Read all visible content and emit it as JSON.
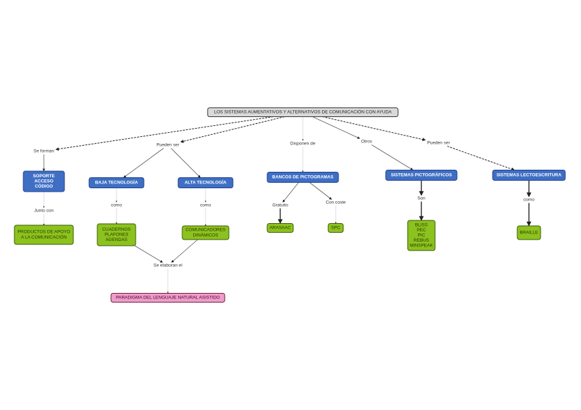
{
  "title": "Mapa conceptual: Sistemas aumentativos y alternativos de comunicación con ayuda",
  "colors": {
    "blue_fill": "#3f6fc4",
    "blue_stroke": "#1f3f8a",
    "green_fill": "#8cc21e",
    "green_stroke": "#3a5a00",
    "pink_fill": "#f29ccb",
    "pink_stroke": "#6a1a3e",
    "gray_fill": "#d9d9d9",
    "gray_stroke": "#333333",
    "line": "#333333"
  },
  "nodes": [
    {
      "id": "root",
      "style": "gray",
      "lines": [
        "LOS SISTEMAS AUMENTATIVOS Y ALTERNATIVOS DE COMUNICACIÓN CON AYUDA"
      ]
    },
    {
      "id": "soporte",
      "style": "blue",
      "lines": [
        "SOPORTE",
        "ACCESO",
        "CÓDIGO"
      ]
    },
    {
      "id": "productos",
      "style": "green",
      "lines": [
        "PRODUCTOS DE APOYO",
        "A LA COMUNICACIÓN"
      ]
    },
    {
      "id": "baja",
      "style": "blue",
      "lines": [
        "BAJA TECNOLOGÍA"
      ]
    },
    {
      "id": "alta",
      "style": "blue",
      "lines": [
        "ALTA TECNOLOGÍA"
      ]
    },
    {
      "id": "cuadernos",
      "style": "green",
      "lines": [
        "CUADERNOS",
        "PLAFONES",
        "AGENDAS"
      ]
    },
    {
      "id": "comunicadores",
      "style": "green",
      "lines": [
        "COMUNICADORES",
        "DINÁMICOS"
      ]
    },
    {
      "id": "paradigma",
      "style": "pink",
      "lines": [
        "PARADIGMA DEL LENGUAJE NATURAL ASISTIDO"
      ]
    },
    {
      "id": "bancos",
      "style": "blue",
      "lines": [
        "BANCOS DE PICTOGRAMAS"
      ]
    },
    {
      "id": "arasaac",
      "style": "green",
      "lines": [
        "ARASAAC"
      ]
    },
    {
      "id": "spc",
      "style": "green",
      "lines": [
        "SPC"
      ]
    },
    {
      "id": "pictograficos",
      "style": "blue",
      "lines": [
        "SISTEMAS PICTOGRÁFICOS"
      ]
    },
    {
      "id": "pictolist",
      "style": "green",
      "lines": [
        "BLISS",
        "PEC",
        "PIC",
        "REBUS",
        "MINSPEAK"
      ]
    },
    {
      "id": "lecto",
      "style": "blue",
      "lines": [
        "SISTEMAS LECTOESCRITURA"
      ]
    },
    {
      "id": "braille",
      "style": "green",
      "lines": [
        "BRAILLE"
      ]
    }
  ],
  "link_labels": [
    {
      "id": "se_forman",
      "text": "Se forman"
    },
    {
      "id": "junto_con",
      "text": "Junto con"
    },
    {
      "id": "pueden_ser_1",
      "text": "Pueden ser"
    },
    {
      "id": "como_baja",
      "text": "como"
    },
    {
      "id": "como_alta",
      "text": "como"
    },
    {
      "id": "se_elaboran",
      "text": "Se elaboran el"
    },
    {
      "id": "disponen_de",
      "text": "Disponen de"
    },
    {
      "id": "gratuito",
      "text": "Gratuito"
    },
    {
      "id": "con_coste",
      "text": "Con coste"
    },
    {
      "id": "otros",
      "text": "Otros"
    },
    {
      "id": "son",
      "text": "Son"
    },
    {
      "id": "pueden_ser_2",
      "text": "Pueden ser"
    },
    {
      "id": "como_lecto",
      "text": "como"
    }
  ],
  "connections": [
    {
      "from": "root",
      "to": "se_forman",
      "style": "dashed"
    },
    {
      "from": "se_forman",
      "to": "soporte",
      "style": "solid"
    },
    {
      "from": "soporte",
      "to": "junto_con",
      "style": "thin"
    },
    {
      "from": "junto_con",
      "to": "productos",
      "style": "thin"
    },
    {
      "from": "root",
      "to": "pueden_ser_1",
      "style": "dashed"
    },
    {
      "from": "pueden_ser_1",
      "to": "baja",
      "style": "solid"
    },
    {
      "from": "pueden_ser_1",
      "to": "alta",
      "style": "solid"
    },
    {
      "from": "baja",
      "to": "como_baja",
      "style": "thin"
    },
    {
      "from": "como_baja",
      "to": "cuadernos",
      "style": "thin"
    },
    {
      "from": "alta",
      "to": "como_alta",
      "style": "thin"
    },
    {
      "from": "como_alta",
      "to": "comunicadores",
      "style": "thin"
    },
    {
      "from": "cuadernos",
      "to": "se_elaboran",
      "style": "solid"
    },
    {
      "from": "comunicadores",
      "to": "se_elaboran",
      "style": "solid"
    },
    {
      "from": "se_elaboran",
      "to": "paradigma",
      "style": "thin"
    },
    {
      "from": "root",
      "to": "disponen_de",
      "style": "thin"
    },
    {
      "from": "disponen_de",
      "to": "bancos",
      "style": "thin"
    },
    {
      "from": "bancos",
      "to": "gratuito",
      "style": "solid"
    },
    {
      "from": "bancos",
      "to": "con_coste",
      "style": "solid"
    },
    {
      "from": "gratuito",
      "to": "arasaac",
      "style": "bold"
    },
    {
      "from": "con_coste",
      "to": "spc",
      "style": "thin"
    },
    {
      "from": "root",
      "to": "otros",
      "style": "solid"
    },
    {
      "from": "otros",
      "to": "pictograficos",
      "style": "solid"
    },
    {
      "from": "pictograficos",
      "to": "son",
      "style": "bold"
    },
    {
      "from": "son",
      "to": "pictolist",
      "style": "bold"
    },
    {
      "from": "root",
      "to": "pueden_ser_2",
      "style": "dashed"
    },
    {
      "from": "pueden_ser_2",
      "to": "lecto",
      "style": "dashed"
    },
    {
      "from": "lecto",
      "to": "como_lecto",
      "style": "bold"
    },
    {
      "from": "como_lecto",
      "to": "braille",
      "style": "bold"
    }
  ]
}
